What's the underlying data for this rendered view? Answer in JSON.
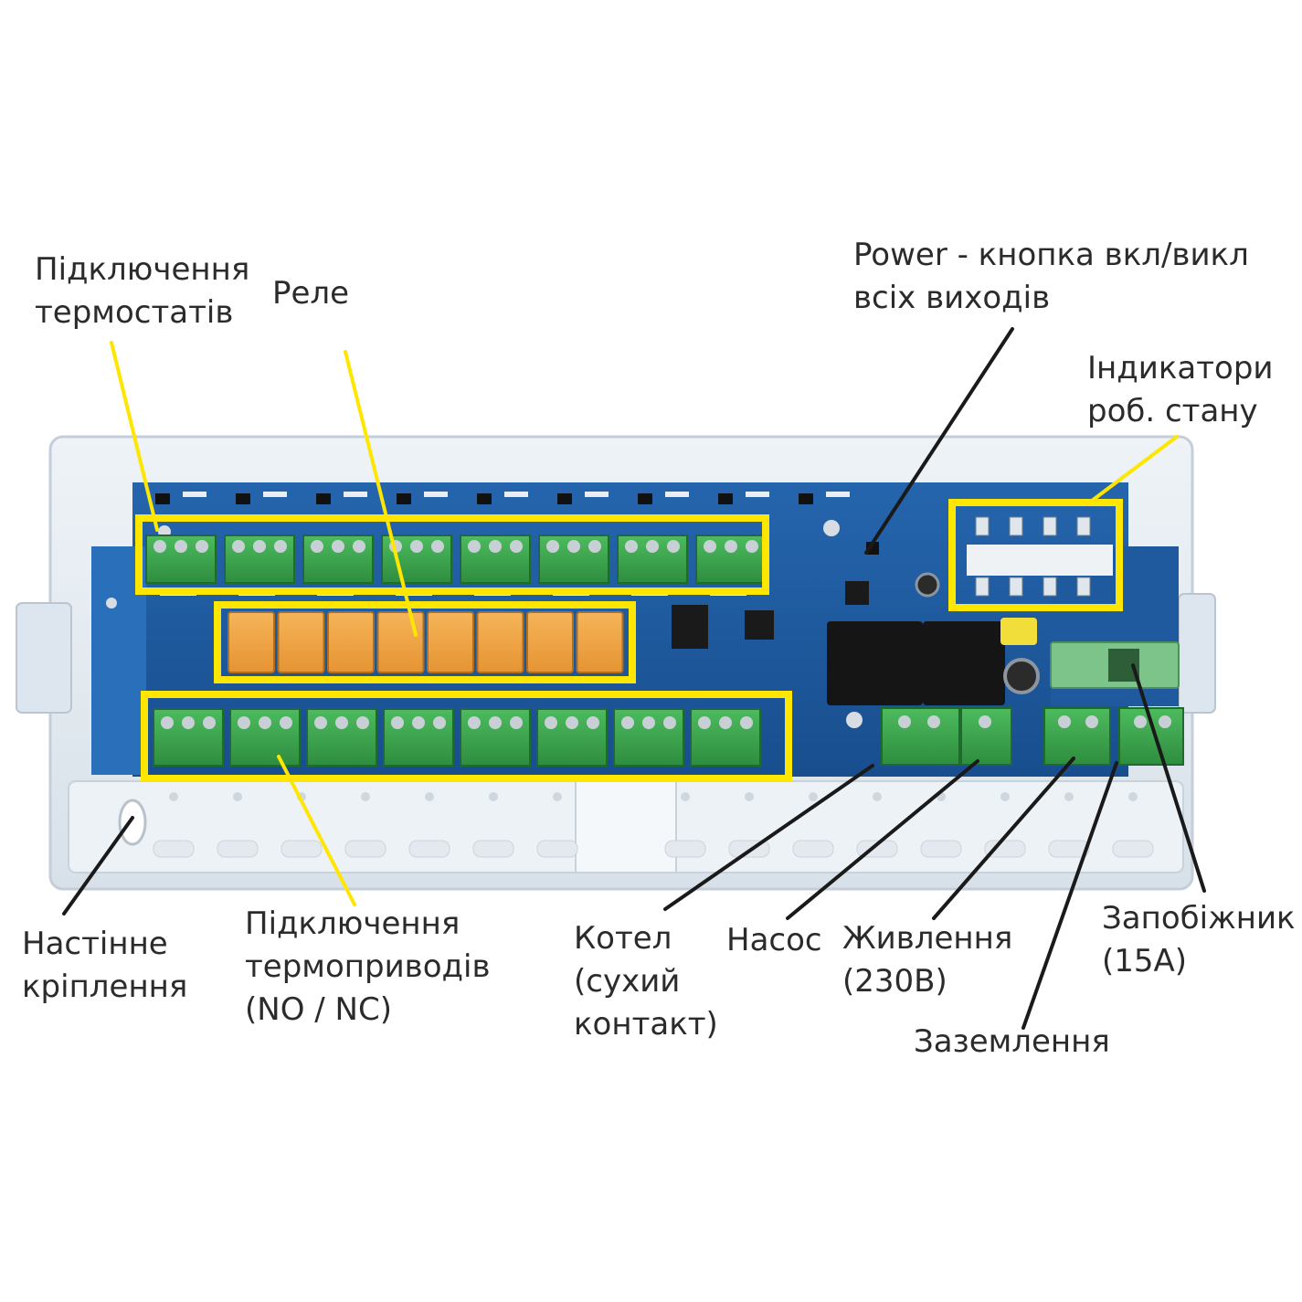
{
  "labels": {
    "thermostats": [
      "Підключення",
      "термостатів"
    ],
    "relay": [
      "Реле"
    ],
    "power": [
      "Power - кнопка вкл/викл",
      "всіх виходів"
    ],
    "indicators": [
      "Індикатори",
      "роб. стану"
    ],
    "wall_mount": [
      "Настінне",
      "кріплення"
    ],
    "actuators": [
      "Підключення",
      "термоприводів",
      "(NO / NC)"
    ],
    "boiler": [
      "Котел",
      "(сухий",
      "контакт)"
    ],
    "pump": [
      "Насос"
    ],
    "supply": [
      "Живлення",
      "(230В)"
    ],
    "fuse": [
      "Запобіжник",
      "(15А)"
    ],
    "ground": [
      "Заземлення"
    ]
  },
  "components": {
    "relay_count": 8,
    "thermostat_terminal_blocks": 8,
    "actuator_terminal_blocks": 8,
    "status_leds": 8
  },
  "colors": {
    "highlight": "#ffe600",
    "leader_yellow": "#ffe600",
    "leader_dark": "#1a1a1a",
    "pcb": "#1f5a9e",
    "terminal": "#35a24a",
    "relay": "#f0a240",
    "housing": "#e4ebf1",
    "text": "#2b2b2b"
  }
}
